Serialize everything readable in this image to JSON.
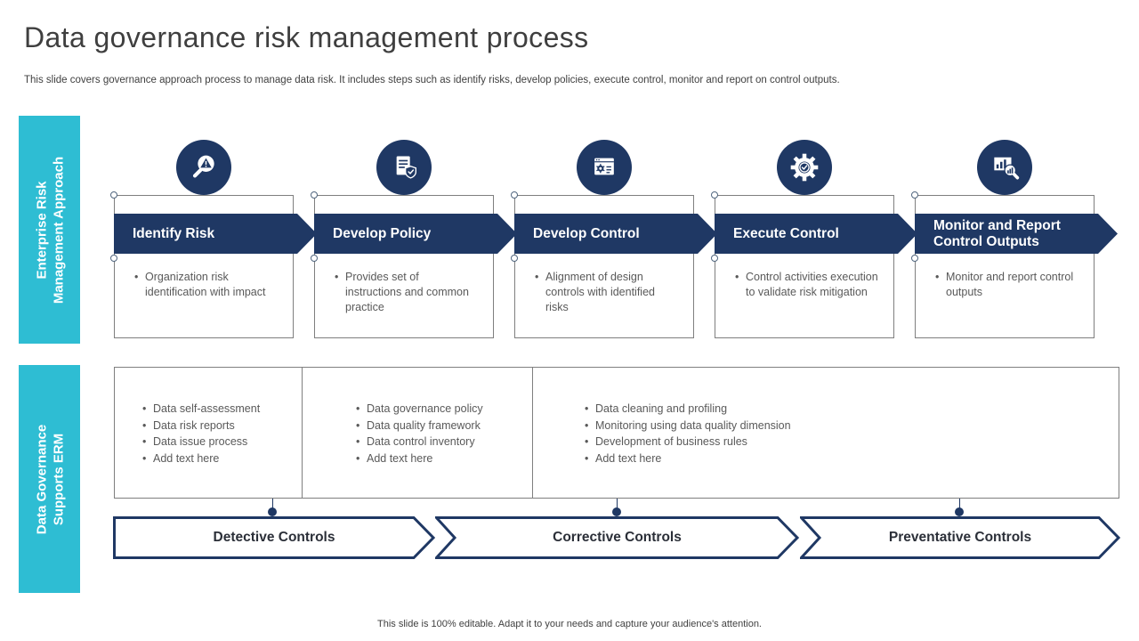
{
  "slide": {
    "title": "Data governance risk management process",
    "subtitle": "This slide covers governance approach process to manage data risk. It includes steps such as identify risks, develop policies, execute control, monitor and report on control outputs.",
    "footer": "This slide is 100% editable. Adapt it to your needs and capture your audience's attention."
  },
  "colors": {
    "teal": "#2EBDD3",
    "navy": "#1F3864",
    "body_text": "#595959",
    "border_gray": "#7F7F7F"
  },
  "sidebars": {
    "top": {
      "line1": "Enterprise Risk",
      "line2": "Management Approach"
    },
    "bottom": {
      "line1": "Data Governance",
      "line2": "Supports ERM"
    }
  },
  "steps": [
    {
      "label": "Identify Risk",
      "icon": "magnifier-alert-icon",
      "description": "Organization risk identification with impact"
    },
    {
      "label": "Develop Policy",
      "icon": "document-shield-icon",
      "description": "Provides set of instructions and common practice"
    },
    {
      "label": "Develop Control",
      "icon": "browser-gear-icon",
      "description": "Alignment of design controls with identified risks"
    },
    {
      "label": "Execute Control",
      "icon": "gear-check-icon",
      "description": "Control activities execution to validate risk mitigation"
    },
    {
      "label": "Monitor and Report Control Outputs",
      "icon": "chart-magnifier-icon",
      "description": "Monitor and report control outputs"
    }
  ],
  "governance": {
    "columns": [
      {
        "items": [
          "Data self-assessment",
          "Data risk reports",
          "Data issue process",
          "Add text here"
        ]
      },
      {
        "items": [
          "Data governance policy",
          "Data quality framework",
          "Data control inventory",
          "Add text here"
        ]
      },
      {
        "items": [
          "Data cleaning and profiling",
          "Monitoring using data quality dimension",
          "Development of business rules",
          "Add text here"
        ]
      }
    ]
  },
  "controls": [
    {
      "label": "Detective Controls"
    },
    {
      "label": "Corrective Controls"
    },
    {
      "label": "Preventative Controls"
    }
  ]
}
